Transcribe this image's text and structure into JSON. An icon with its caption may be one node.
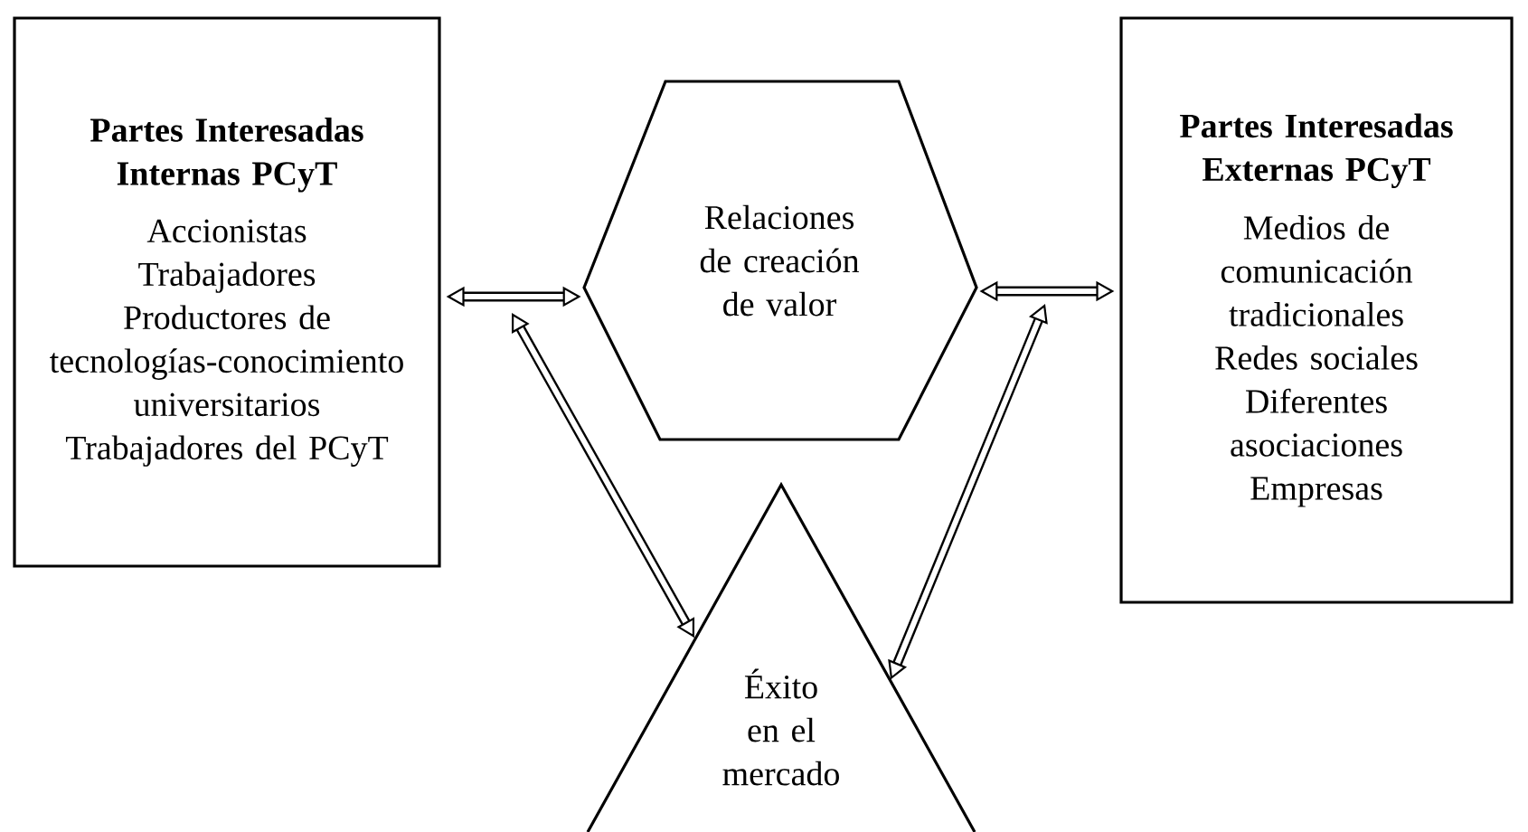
{
  "diagram": {
    "nodes": [
      {
        "text": [
          "Partes Interesadas Internas PCyT",
          "Accionistas",
          "Trabajadores",
          "Productores de tecnologías-conocimiento universitarios",
          "Trabajadores del PCyT"
        ]
      },
      {
        "text": [
          "Relaciones de creación de valor"
        ]
      },
      {
        "text": [
          "Partes Interesadas Externas PCyT",
          "Medios de comunicación tradicionales",
          "Redes sociales",
          "Diferentes asociaciones",
          "Empresas"
        ]
      },
      {
        "text": [
          "Éxito en el mercado"
        ]
      }
    ],
    "edges": [
      {
        "from": 0,
        "to": 1,
        "arrow": "both"
      },
      {
        "from": 1,
        "to": 2,
        "arrow": "both"
      },
      {
        "from": null,
        "to": 3,
        "arrow": "both"
      },
      {
        "from": null,
        "to": 3,
        "arrow": "both"
      }
    ]
  }
}
